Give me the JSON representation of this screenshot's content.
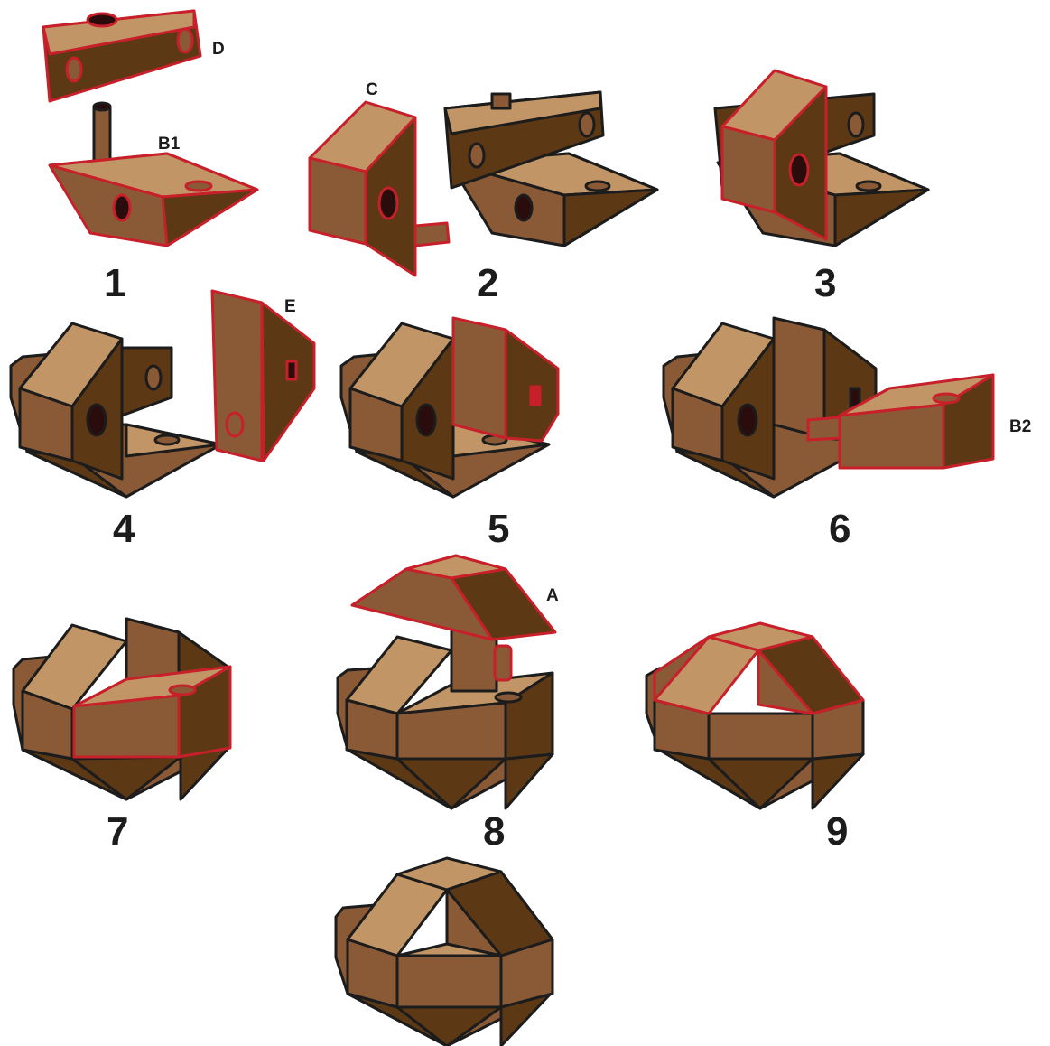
{
  "colors": {
    "light_face": "#c29566",
    "mid_face": "#8a5a37",
    "dark_face": "#5c3815",
    "outline": "#1c1c1c",
    "highlight": "#c8202a",
    "hole": "#2a0c0c"
  },
  "steps": [
    "1",
    "2",
    "3",
    "4",
    "5",
    "6",
    "7",
    "8",
    "9"
  ],
  "parts": [
    "D",
    "B1",
    "C",
    "E",
    "B2",
    "A"
  ]
}
